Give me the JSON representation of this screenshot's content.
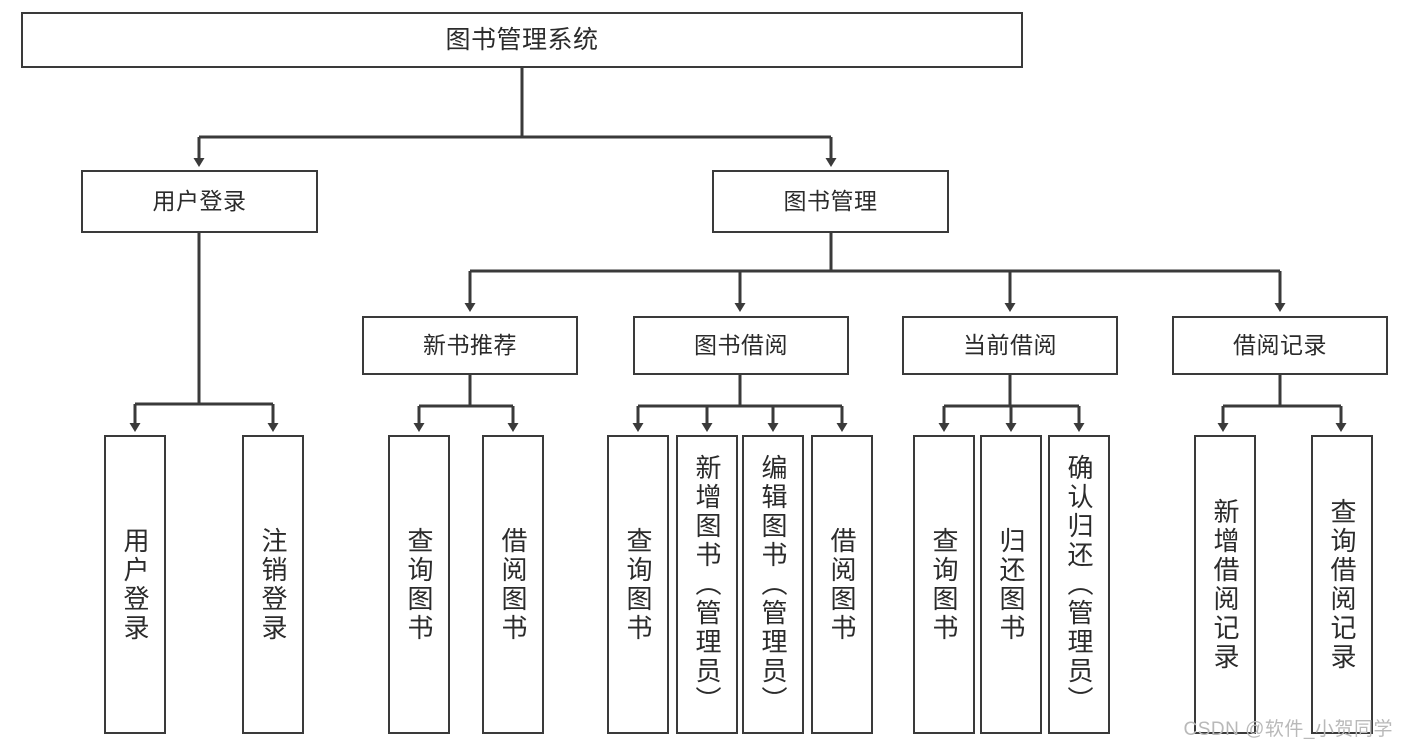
{
  "diagram": {
    "title": "图书管理系统",
    "root": {
      "label": "图书管理系统"
    },
    "level2": [
      {
        "label": "用户登录"
      },
      {
        "label": "图书管理"
      }
    ],
    "level3": [
      {
        "label": "新书推荐"
      },
      {
        "label": "图书借阅"
      },
      {
        "label": "当前借阅"
      },
      {
        "label": "借阅记录"
      }
    ],
    "leaves": {
      "user_login": [
        {
          "label": "用户登录"
        },
        {
          "label": "注销登录"
        }
      ],
      "new_book_recommend": [
        {
          "label": "查询图书"
        },
        {
          "label": "借阅图书"
        }
      ],
      "book_borrow": [
        {
          "label": "查询图书"
        },
        {
          "label": "新增图书（管理员）"
        },
        {
          "label": "编辑图书（管理员）"
        },
        {
          "label": "借阅图书"
        }
      ],
      "current_borrow": [
        {
          "label": "查询图书"
        },
        {
          "label": "归还图书"
        },
        {
          "label": "确认归还（管理员）"
        }
      ],
      "borrow_record": [
        {
          "label": "新增借阅记录"
        },
        {
          "label": "查询借阅记录"
        }
      ]
    }
  },
  "watermark": {
    "text": "CSDN @软件_小贺同学"
  },
  "colors": {
    "border": "#3a3a3a",
    "text": "#2b2b2b",
    "background": "#ffffff",
    "watermark": "#b9b9b9"
  }
}
